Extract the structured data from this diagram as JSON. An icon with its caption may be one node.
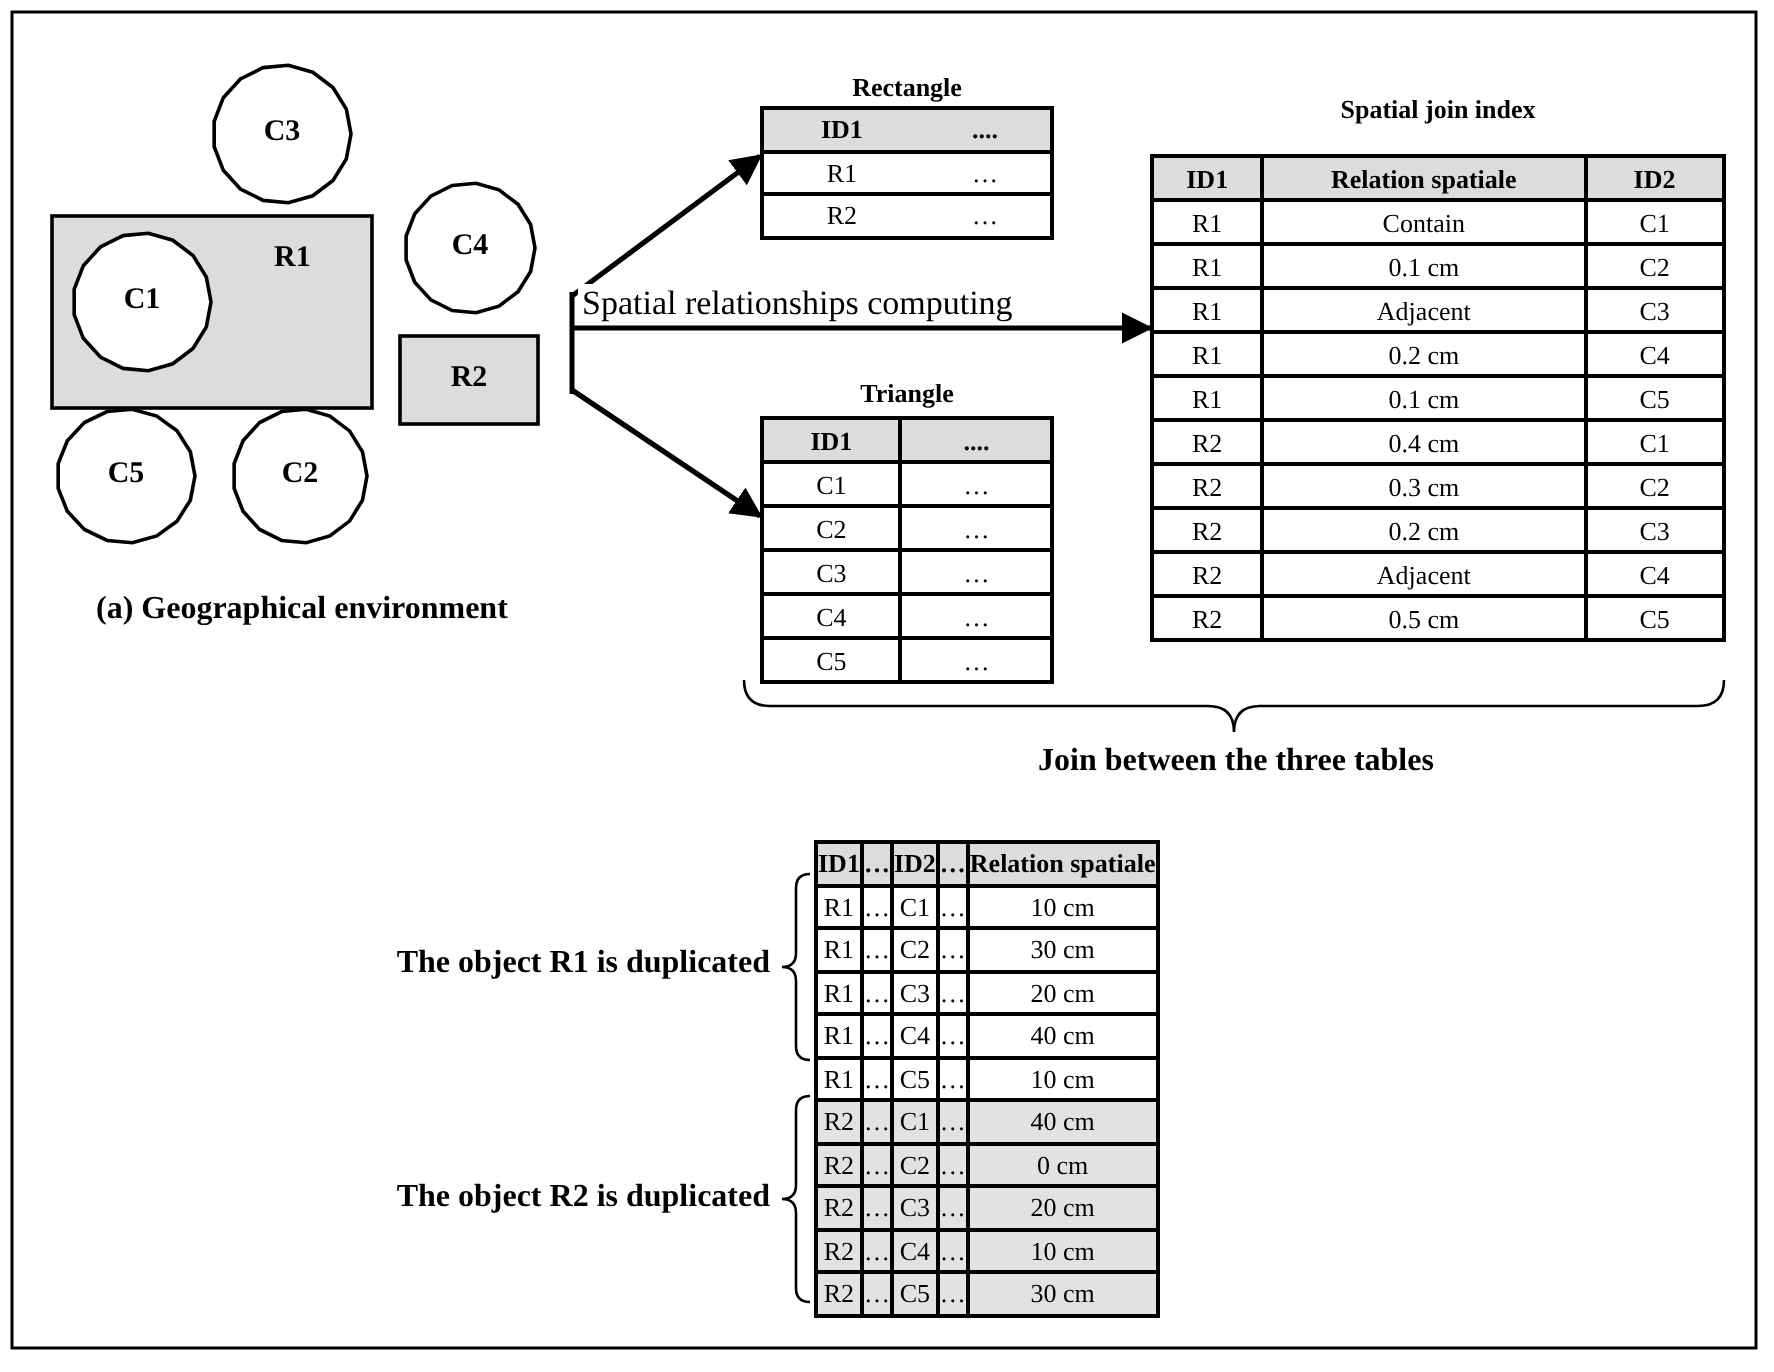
{
  "diagram": {
    "nodes": [
      {
        "text": [
          "C3"
        ]
      },
      {
        "text": [
          "R1"
        ]
      },
      {
        "text": [
          "C1"
        ],
        "in": 1
      },
      {
        "text": [
          "C4"
        ]
      },
      {
        "text": [
          "R2"
        ]
      },
      {
        "text": [
          "C5"
        ]
      },
      {
        "text": [
          "C2"
        ]
      },
      {
        "text": [
          "Rectangle"
        ]
      },
      {
        "text": [
          "Triangle"
        ]
      },
      {
        "text": [
          "Spatial join index"
        ]
      }
    ],
    "edges": [
      {
        "from": null,
        "to": 7,
        "arrow": "to"
      },
      {
        "from": null,
        "to": 9,
        "arrow": "to",
        "label": "Spatial relationships computing"
      },
      {
        "from": null,
        "to": 8,
        "arrow": "to"
      }
    ],
    "labels": [
      "ID1",
      "....",
      "R1",
      "…",
      "R2",
      "…",
      "ID1",
      "....",
      "C1",
      "…",
      "C2",
      "…",
      "C3",
      "…",
      "C4",
      "…",
      "C5",
      "…",
      "ID1",
      "Relation spatiale",
      "ID2",
      "R1",
      "Contain",
      "C1",
      "R1",
      "0.1 cm",
      "C2",
      "R1",
      "Adjacent",
      "C3",
      "R1",
      "0.2 cm",
      "C4",
      "R1",
      "0.1 cm",
      "C5",
      "R2",
      "0.4 cm",
      "C1",
      "R2",
      "0.3 cm",
      "C2",
      "R2",
      "0.2 cm",
      "C3",
      "R2",
      "Adjacent",
      "C4",
      "R2",
      "0.5 cm",
      "C5",
      "(a) Geographical environment",
      "Join between the three tables",
      "The object R1 is duplicated",
      "The object R2 is duplicated",
      "ID1",
      "…",
      "ID2",
      "…",
      "Relation spatiale",
      "R1",
      "…",
      "C1",
      "…",
      "10 cm",
      "R1",
      "…",
      "C2",
      "…",
      "30 cm",
      "R1",
      "…",
      "C3",
      "…",
      "20 cm",
      "R1",
      "…",
      "C4",
      "…",
      "40 cm",
      "R1",
      "…",
      "C5",
      "…",
      "10 cm",
      "R2",
      "…",
      "C1",
      "…",
      "40 cm",
      "R2",
      "…",
      "C2",
      "…",
      "0 cm",
      "R2",
      "…",
      "C3",
      "…",
      "20 cm",
      "R2",
      "…",
      "C4",
      "…",
      "10 cm",
      "R2",
      "…",
      "C5",
      "…",
      "30 cm"
    ]
  }
}
